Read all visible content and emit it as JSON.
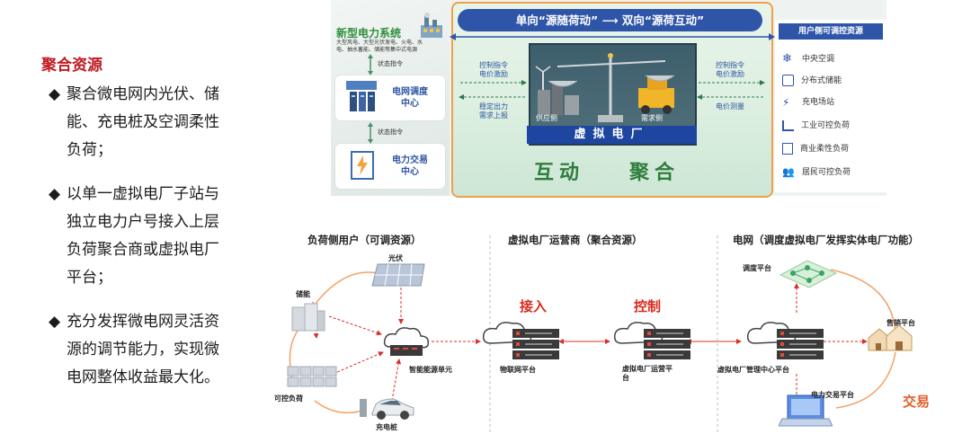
{
  "left": {
    "title": "聚合资源",
    "bullet_mark": "◆",
    "bullets": [
      [
        "聚合微电网内光伏、储",
        "能、充电桩及空调柔性",
        "负荷；"
      ],
      [
        "以单一虚拟电厂子站与",
        "独立电力户号接入上层",
        "负荷聚合商或虚拟电厂",
        "平台；"
      ],
      [
        "充分发挥微电网灵活资",
        "源的调节能力，实现微",
        "电网整体收益最大化。"
      ]
    ]
  },
  "top": {
    "new_system_title": "新型电力系统",
    "new_system_desc1": "大型风电、大型光伏发电、火电、水",
    "new_system_desc2": "电、抽水蓄能、储能等集中式电源",
    "status1": "状态指令",
    "grid_dispatch": [
      "电网调度",
      "中心"
    ],
    "status2": "状态指令",
    "power_trade": [
      "电力交易",
      "中心"
    ],
    "banner_a": "单向“源随荷动”",
    "banner_b": "双向“源荷互动”",
    "left_ctrl": [
      "控制指令",
      "电价激励"
    ],
    "left_stable": [
      "稳定出力",
      "需求上报"
    ],
    "right_ctrl": [
      "控制指令",
      "电价激励"
    ],
    "right_measure": "电价测量",
    "supply_side": "供应侧",
    "demand_side": "需求侧",
    "vpp": "虚拟电厂",
    "interact": "互动",
    "aggregate": "聚合",
    "right_title": "用户侧可调控资源",
    "resources": [
      "中央空调",
      "分布式储能",
      "充电场站",
      "工业可控负荷",
      "商业柔性负荷",
      "居民可控负荷"
    ]
  },
  "bottom": {
    "hdr_load": "负荷侧用户（可调资源）",
    "hdr_vpp": "虚拟电厂运营商（聚合资源）",
    "hdr_grid": "电网（调度虚拟电厂发挥实体电厂功能）",
    "pv": "光伏",
    "storage": "储能",
    "controllable_load": "可控负荷",
    "charging_pile": "充电桩",
    "smart_energy_unit": "智能能源单元",
    "iot_platform": "物联网平台",
    "access": "接入",
    "control": "控制",
    "vpp_operator": [
      "虚拟电厂运营平",
      "台"
    ],
    "vpp_mgmt": "虚拟电厂管理中心平台",
    "dispatch_platform": "调度平台",
    "sales_platform": "售销平台",
    "trade_platform": "电力交易平台",
    "trade": "交易"
  }
}
